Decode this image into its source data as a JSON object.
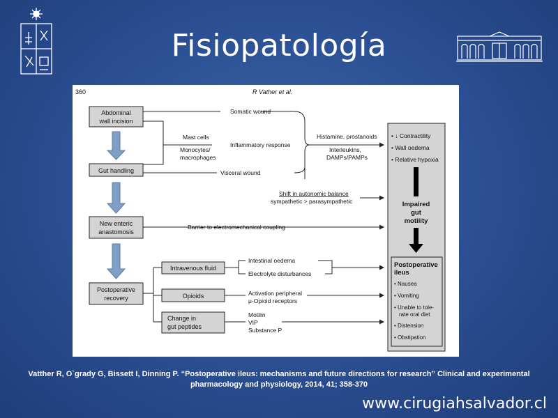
{
  "slide": {
    "title": "Fisiopatología",
    "citation_line1": "Vatther R, O`grady G, Bissett I, Dinning P. “Postoperative ileus: mechanisms and future directions for research” Clinical and experimental",
    "citation_line2": "pharmacology and physiology, 2014, 41; 358-370",
    "website": "www.cirugiahsalvador.cl"
  },
  "figure": {
    "page_number": "360",
    "running_header": "R Vather et al.",
    "stages": {
      "abdominal_1": "Abdominal",
      "abdominal_2": "wall incision",
      "gut_handling": "Gut handling",
      "enteric_1": "New enteric",
      "enteric_2": "anastomosis",
      "postop_1": "Postoperative",
      "postop_2": "recovery"
    },
    "interventions": {
      "iv_fluid": "Intravenous fluid",
      "opioids": "Opioids",
      "peptides_1": "Change in",
      "peptides_2": "gut peptides"
    },
    "labels": {
      "somatic_wound": "Somatic wound",
      "mast_cells": "Mast cells",
      "monocytes": "Monocytes/",
      "macrophages": "macrophages",
      "inflammatory_response": "Inflammatory response",
      "visceral_wound": "Visceral wound",
      "histamine": "Histamine, prostanoids",
      "interleukins": "Interleukins,",
      "damps": "DAMPs/PAMPs",
      "autonomic_shift": "Shift in autonomic balance",
      "sympathetic": "sympathetic > parasympathetic",
      "barrier": "Barrier to electromechanical coupling",
      "intestinal_oedema": "Intestinal oedema",
      "electrolyte": "Electrolyte disturbances",
      "activation_1": "Activation peripheral",
      "activation_2": "μ-Opioid receptors",
      "motilin": "Motilin",
      "vip": "VIP",
      "substance_p": "Substance P"
    },
    "effects": {
      "contractility": "• ↓ Contractility",
      "wall_oedema": "• Wall oedema",
      "hypoxia": "• Relative hypoxia",
      "impaired_1": "Impaired",
      "impaired_2": "gut",
      "impaired_3": "motility"
    },
    "outcome": {
      "title_1": "Postoperative",
      "title_2": "ileus",
      "nausea": "• Nausea",
      "vomiting": "• Vomiting",
      "unable_1": "• Unable to tole-",
      "unable_2": "rate oral diet",
      "distension": "• Distension",
      "obstipation": "• Obstipation"
    }
  }
}
